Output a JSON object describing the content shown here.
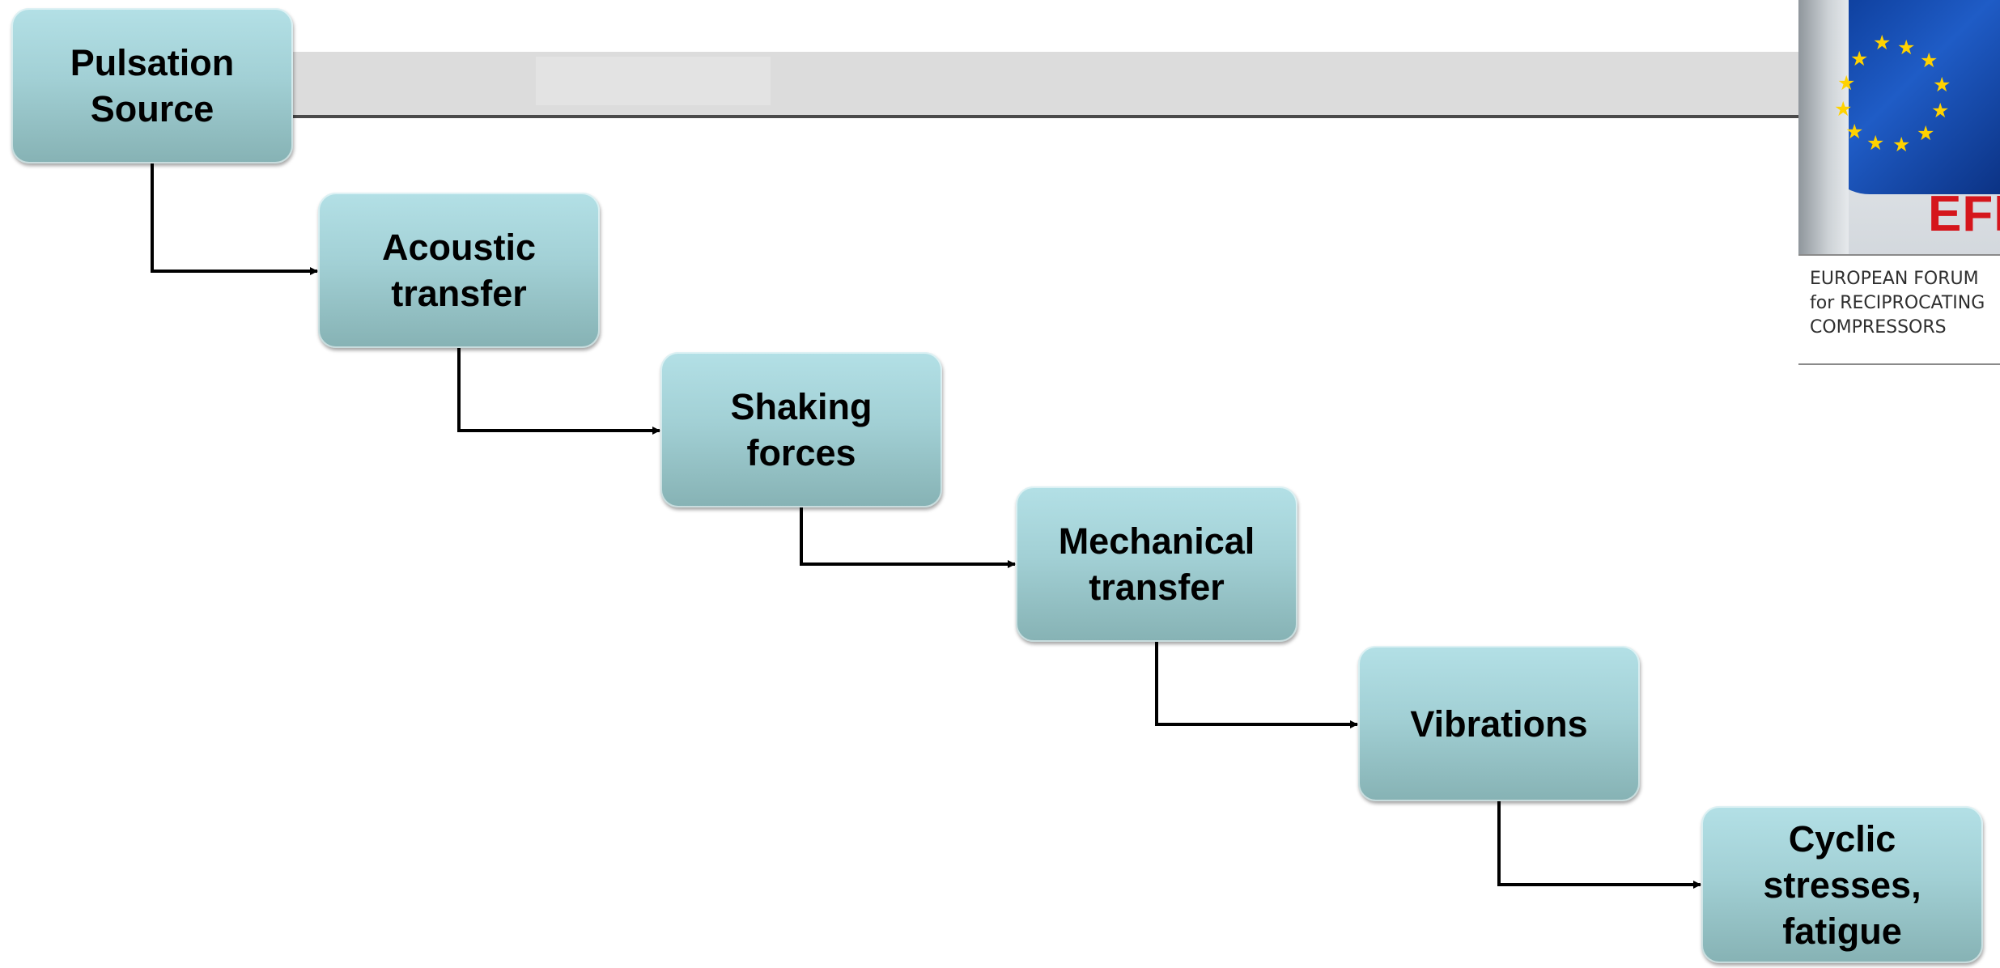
{
  "flow": {
    "steps": [
      {
        "label": "Pulsation\nSource"
      },
      {
        "label": "Acoustic\ntransfer"
      },
      {
        "label": "Shaking\nforces"
      },
      {
        "label": "Mechanical\ntransfer"
      },
      {
        "label": "Vibrations"
      },
      {
        "label": "Cyclic\nstresses,\nfatigue"
      }
    ]
  },
  "logo": {
    "acronym": "EFRC",
    "tagline": "EUROPEAN FORUM\nfor RECIPROCATING\nCOMPRESSORS"
  },
  "colors": {
    "box_top": "#b3e0e6",
    "box_bottom": "#86b2b4",
    "connector": "#000000",
    "header_band": "#dcdcdc",
    "logo_red": "#d5161c",
    "flag_blue": "#0b3a96",
    "star_yellow": "#ffd200"
  }
}
